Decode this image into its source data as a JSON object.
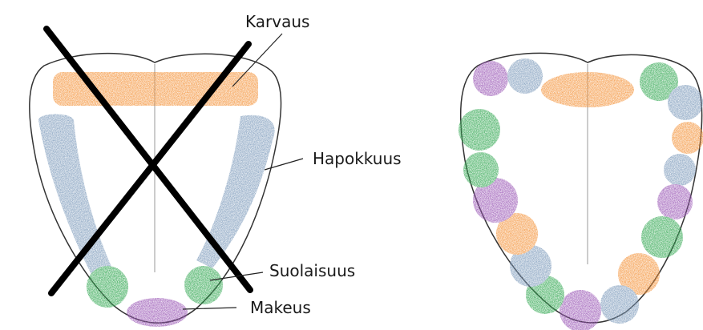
{
  "labels": {
    "bitter": "Karvaus",
    "sour": "Hapokkuus",
    "salty": "Suolaisuus",
    "sweet": "Makeus"
  },
  "colors": {
    "bitter": "#f4943c",
    "sour": "#7f9cbc",
    "salty": "#34a853",
    "sweet": "#9b59b6",
    "outline": "#333333",
    "cross": "#000000"
  },
  "left_tongue_crossed_out": true
}
